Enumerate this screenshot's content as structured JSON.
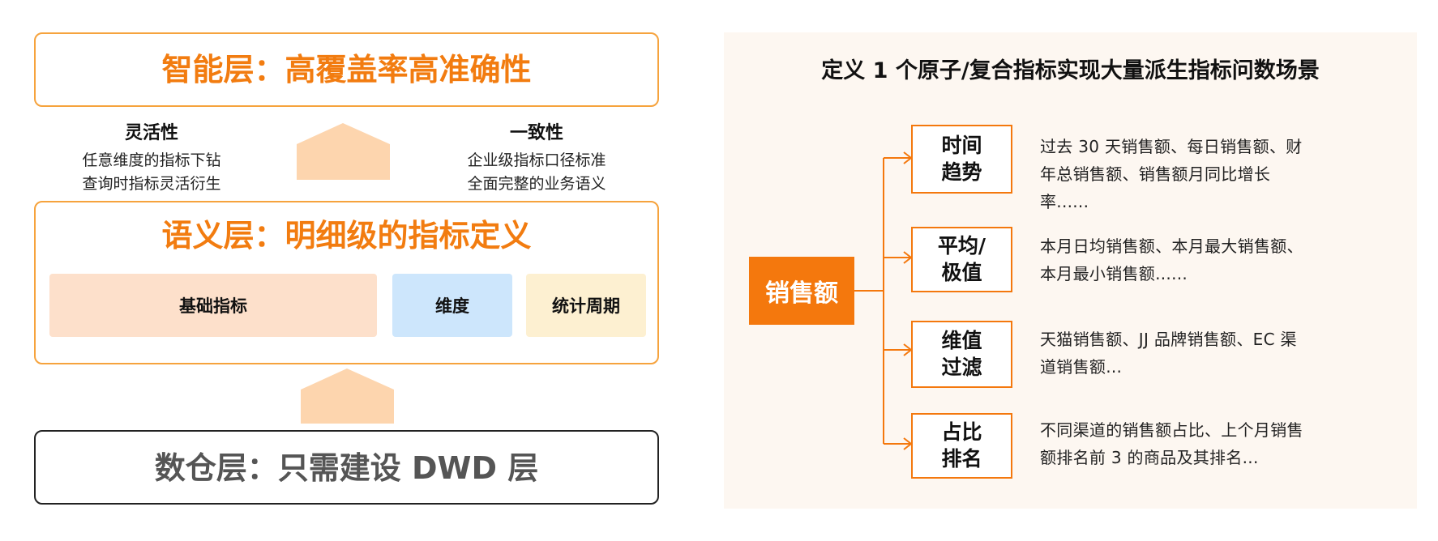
{
  "layers": {
    "intelligent": {
      "title": "智能层：高覆盖率高准确性"
    },
    "semantic": {
      "title": "语义层：明细级的指标定义",
      "blocks": [
        {
          "label": "基础指标",
          "color": "#fde0cb"
        },
        {
          "label": "维度",
          "color": "#cde6fc"
        },
        {
          "label": "统计周期",
          "color": "#fdf0d1"
        }
      ]
    },
    "warehouse": {
      "title": "数仓层：只需建设 DWD 层"
    }
  },
  "features": {
    "flexibility": {
      "title": "灵活性",
      "lines": [
        "任意维度的指标下钻",
        "查询时指标灵活衍生"
      ]
    },
    "consistency": {
      "title": "一致性",
      "lines": [
        "企业级指标口径标准",
        "全面完整的业务语义"
      ]
    }
  },
  "derived_panel": {
    "title": "定义 1 个原子/复合指标实现大量派生指标问数场景",
    "root": "销售额",
    "categories": [
      {
        "label_lines": [
          "时间",
          "趋势"
        ],
        "desc_lines": [
          "过去 30 天销售额、每日销售额、财",
          "年总销售额、销售额月同比增长",
          "率......"
        ]
      },
      {
        "label_lines": [
          "平均/",
          "极值"
        ],
        "desc_lines": [
          "本月日均销售额、本月最大销售额、",
          "本月最小销售额......"
        ]
      },
      {
        "label_lines": [
          "维值",
          "过滤"
        ],
        "desc_lines": [
          "天猫销售额、JJ 品牌销售额、EC 渠",
          "道销售额..."
        ]
      },
      {
        "label_lines": [
          "占比",
          "排名"
        ],
        "desc_lines": [
          "不同渠道的销售额占比、上个月销售",
          "额排名前 3 的商品及其排名..."
        ]
      }
    ]
  },
  "colors": {
    "accent_orange": "#f27c10",
    "layer_border": "#f6a33d",
    "arrow_fill": "#fdd5ae",
    "panel_bg": "#fdf7f1"
  }
}
